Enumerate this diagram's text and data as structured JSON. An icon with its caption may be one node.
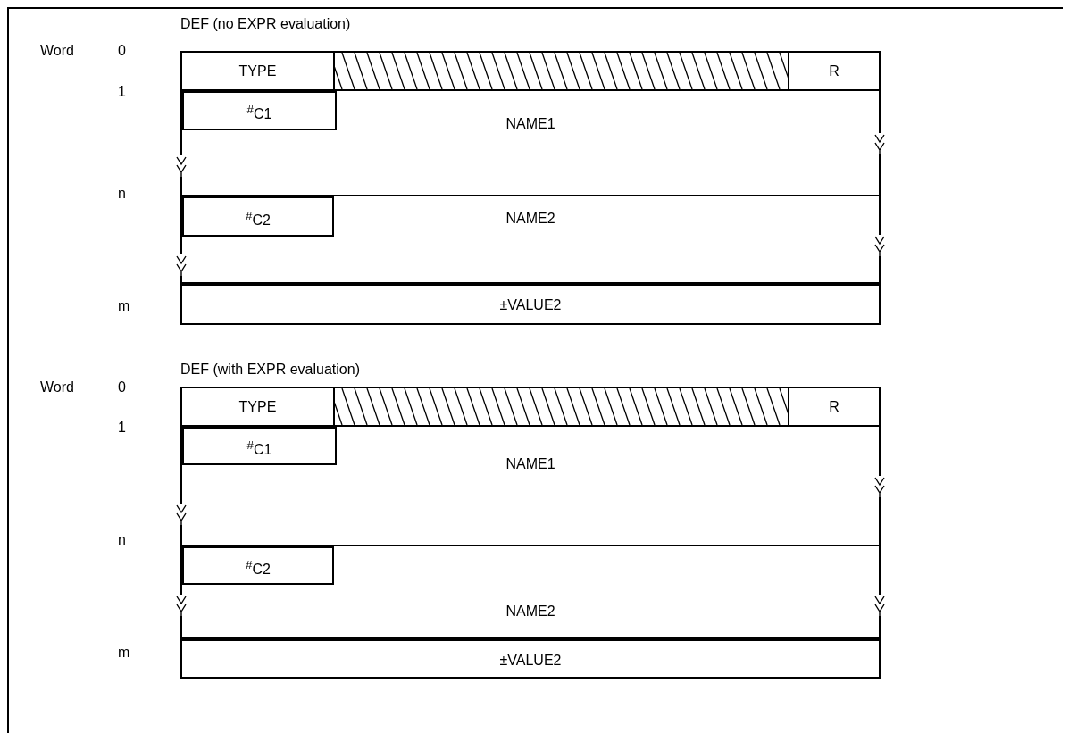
{
  "diagram": {
    "nodes": [
      {
        "text": [
          "TYPE"
        ]
      },
      {
        "text": [],
        "shape": "box"
      },
      {
        "text": [
          "R"
        ]
      },
      {
        "text": [
          "NAME1"
        ]
      },
      {
        "text": [
          "$^{#}$C1"
        ],
        "in": 3
      },
      {
        "text": [
          "NAME2"
        ]
      },
      {
        "text": [
          "$^{#}$C2"
        ],
        "in": 5
      },
      {
        "text": [
          "±VALUE2"
        ]
      },
      {
        "text": [
          "TYPE"
        ]
      },
      {
        "text": [],
        "shape": "box"
      },
      {
        "text": [
          "R"
        ]
      },
      {
        "text": [
          "NAME1"
        ]
      },
      {
        "text": [
          "$^{#}$C1"
        ],
        "in": 11
      },
      {
        "text": [
          "NAME2"
        ]
      },
      {
        "text": [
          "$^{#}$C2"
        ],
        "in": 13
      },
      {
        "text": [
          "±VALUE2"
        ]
      }
    ],
    "labels": [
      "DEF (no EXPR evaluation)",
      "Word",
      "0",
      "1",
      "n",
      "m",
      "DEF (with EXPR evaluation)",
      "Word",
      "0",
      "1",
      "n",
      "m"
    ]
  }
}
